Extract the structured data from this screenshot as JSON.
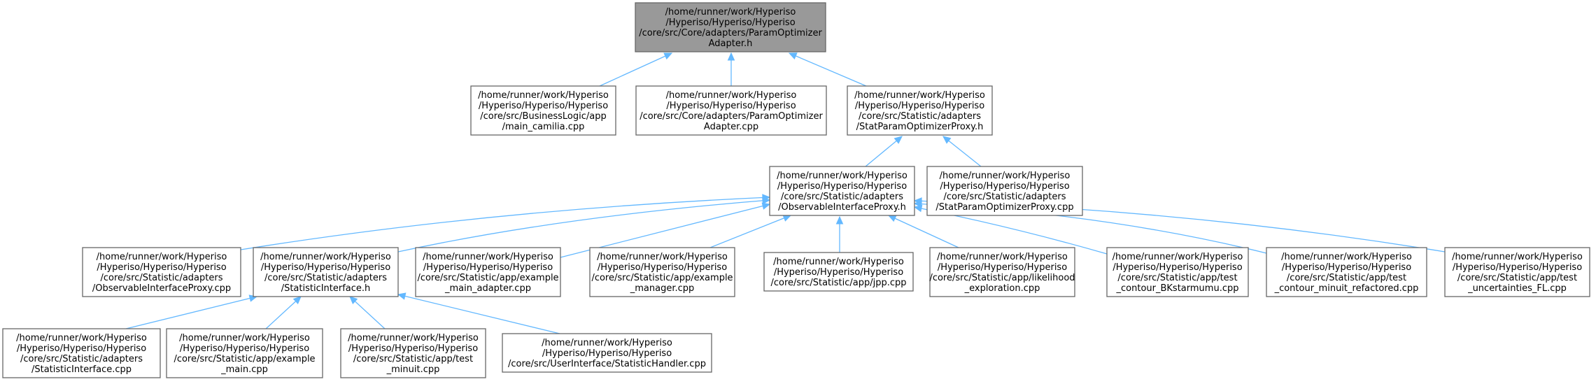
{
  "diagram": {
    "root": "n0",
    "nodes": [
      {
        "id": "n0",
        "lines": [
          "/home/runner/work/Hyperiso",
          "/Hyperiso/Hyperiso/Hyperiso",
          "/core/src/Core/adapters/ParamOptimizer",
          "Adapter.h"
        ]
      },
      {
        "id": "n1",
        "lines": [
          "/home/runner/work/Hyperiso",
          "/Hyperiso/Hyperiso/Hyperiso",
          "/core/src/BusinessLogic/app",
          "/main_camilia.cpp"
        ]
      },
      {
        "id": "n2",
        "lines": [
          "/home/runner/work/Hyperiso",
          "/Hyperiso/Hyperiso/Hyperiso",
          "/core/src/Core/adapters/ParamOptimizer",
          "Adapter.cpp"
        ]
      },
      {
        "id": "n3",
        "lines": [
          "/home/runner/work/Hyperiso",
          "/Hyperiso/Hyperiso/Hyperiso",
          "/core/src/Statistic/adapters",
          "/StatParamOptimizerProxy.h"
        ]
      },
      {
        "id": "n4",
        "lines": [
          "/home/runner/work/Hyperiso",
          "/Hyperiso/Hyperiso/Hyperiso",
          "/core/src/Statistic/adapters",
          "/ObservableInterfaceProxy.h"
        ]
      },
      {
        "id": "n5",
        "lines": [
          "/home/runner/work/Hyperiso",
          "/Hyperiso/Hyperiso/Hyperiso",
          "/core/src/Statistic/adapters",
          "/StatParamOptimizerProxy.cpp"
        ]
      },
      {
        "id": "n6",
        "lines": [
          "/home/runner/work/Hyperiso",
          "/Hyperiso/Hyperiso/Hyperiso",
          "/core/src/Statistic/adapters",
          "/ObservableInterfaceProxy.cpp"
        ]
      },
      {
        "id": "n7",
        "lines": [
          "/home/runner/work/Hyperiso",
          "/Hyperiso/Hyperiso/Hyperiso",
          "/core/src/Statistic/adapters",
          "/StatisticInterface.h"
        ]
      },
      {
        "id": "n8",
        "lines": [
          "/home/runner/work/Hyperiso",
          "/Hyperiso/Hyperiso/Hyperiso",
          "/core/src/Statistic/app/example",
          "_main_adapter.cpp"
        ]
      },
      {
        "id": "n9",
        "lines": [
          "/home/runner/work/Hyperiso",
          "/Hyperiso/Hyperiso/Hyperiso",
          "/core/src/Statistic/app/example",
          "_manager.cpp"
        ]
      },
      {
        "id": "n10",
        "lines": [
          "/home/runner/work/Hyperiso",
          "/Hyperiso/Hyperiso/Hyperiso",
          "/core/src/Statistic/app/jpp.cpp"
        ]
      },
      {
        "id": "n11",
        "lines": [
          "/home/runner/work/Hyperiso",
          "/Hyperiso/Hyperiso/Hyperiso",
          "/core/src/Statistic/app/likelihood",
          "_exploration.cpp"
        ]
      },
      {
        "id": "n12",
        "lines": [
          "/home/runner/work/Hyperiso",
          "/Hyperiso/Hyperiso/Hyperiso",
          "/core/src/Statistic/app/test",
          "_contour_BKstarmumu.cpp"
        ]
      },
      {
        "id": "n13",
        "lines": [
          "/home/runner/work/Hyperiso",
          "/Hyperiso/Hyperiso/Hyperiso",
          "/core/src/Statistic/app/test",
          "_contour_minuit_refactored.cpp"
        ]
      },
      {
        "id": "n14",
        "lines": [
          "/home/runner/work/Hyperiso",
          "/Hyperiso/Hyperiso/Hyperiso",
          "/core/src/Statistic/app/test",
          "_uncertainties_FL.cpp"
        ]
      },
      {
        "id": "n15",
        "lines": [
          "/home/runner/work/Hyperiso",
          "/Hyperiso/Hyperiso/Hyperiso",
          "/core/src/Statistic/adapters",
          "/StatisticInterface.cpp"
        ]
      },
      {
        "id": "n16",
        "lines": [
          "/home/runner/work/Hyperiso",
          "/Hyperiso/Hyperiso/Hyperiso",
          "/core/src/Statistic/app/example",
          "_main.cpp"
        ]
      },
      {
        "id": "n17",
        "lines": [
          "/home/runner/work/Hyperiso",
          "/Hyperiso/Hyperiso/Hyperiso",
          "/core/src/Statistic/app/test",
          "_minuit.cpp"
        ]
      },
      {
        "id": "n18",
        "lines": [
          "/home/runner/work/Hyperiso",
          "/Hyperiso/Hyperiso/Hyperiso",
          "/core/src/UserInterface/StatisticHandler.cpp"
        ]
      }
    ],
    "edges": [
      {
        "from": "n1",
        "to": "n0"
      },
      {
        "from": "n2",
        "to": "n0"
      },
      {
        "from": "n3",
        "to": "n0"
      },
      {
        "from": "n4",
        "to": "n3"
      },
      {
        "from": "n5",
        "to": "n3"
      },
      {
        "from": "n6",
        "to": "n4"
      },
      {
        "from": "n7",
        "to": "n4"
      },
      {
        "from": "n8",
        "to": "n4"
      },
      {
        "from": "n9",
        "to": "n4"
      },
      {
        "from": "n10",
        "to": "n4"
      },
      {
        "from": "n11",
        "to": "n4"
      },
      {
        "from": "n12",
        "to": "n4"
      },
      {
        "from": "n13",
        "to": "n4"
      },
      {
        "from": "n14",
        "to": "n4"
      },
      {
        "from": "n15",
        "to": "n7"
      },
      {
        "from": "n16",
        "to": "n7"
      },
      {
        "from": "n17",
        "to": "n7"
      },
      {
        "from": "n18",
        "to": "n7"
      }
    ],
    "colors": {
      "root_fill": "#999999",
      "node_fill": "#ffffff",
      "node_border": "#666666",
      "edge": "#63b8ff",
      "text": "#000000"
    }
  }
}
